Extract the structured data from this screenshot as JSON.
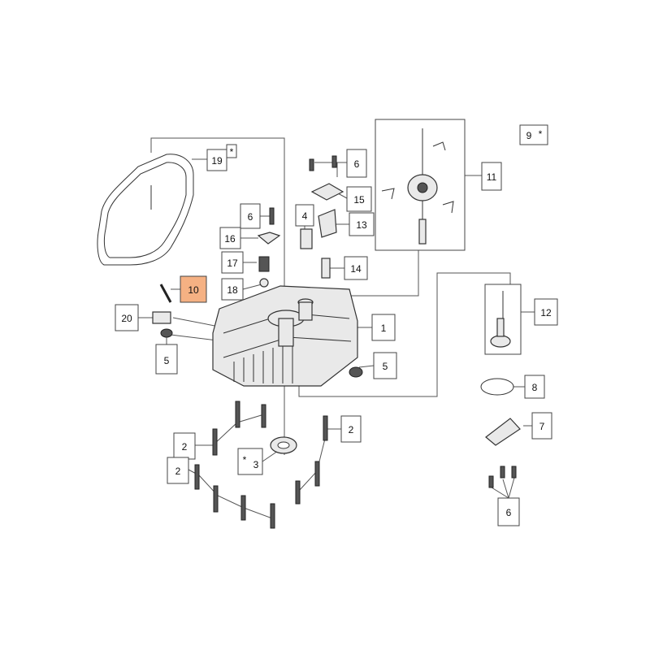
{
  "diagram": {
    "highlight_color": "#f5b183",
    "callouts": {
      "c1": "1",
      "c2a": "2",
      "c2b": "2",
      "c2c": "2",
      "c3": "3",
      "c3_star": "*",
      "c4": "4",
      "c5a": "5",
      "c5b": "5",
      "c6a": "6",
      "c6b": "6",
      "c6c": "6",
      "c7": "7",
      "c8": "8",
      "c9": "9",
      "c9_star": "*",
      "c10": "10",
      "c11": "11",
      "c12": "12",
      "c13": "13",
      "c14": "14",
      "c15": "15",
      "c16": "16",
      "c17": "17",
      "c18": "18",
      "c19": "19",
      "c19_star": "*",
      "c20": "20"
    }
  }
}
